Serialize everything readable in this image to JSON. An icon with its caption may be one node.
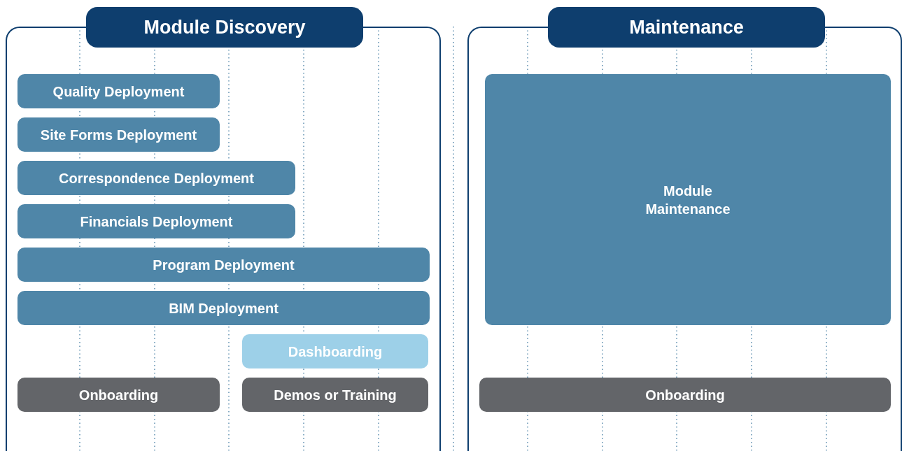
{
  "diagram": {
    "nodes": [
      {
        "text": [
          "Module Discovery"
        ]
      },
      {
        "text": [
          "Quality Deployment"
        ],
        "in": 0
      },
      {
        "text": [
          "Site Forms Deployment"
        ],
        "in": 0
      },
      {
        "text": [
          "Correspondence Deployment"
        ],
        "in": 0
      },
      {
        "text": [
          "Financials Deployment"
        ],
        "in": 0
      },
      {
        "text": [
          "Program Deployment"
        ],
        "in": 0
      },
      {
        "text": [
          "BIM Deployment"
        ],
        "in": 0
      },
      {
        "text": [
          "Dashboarding"
        ],
        "in": 0
      },
      {
        "text": [
          "Onboarding"
        ],
        "in": 0
      },
      {
        "text": [
          "Demos or Training"
        ],
        "in": 0
      },
      {
        "text": [
          "Maintenance"
        ]
      },
      {
        "text": [
          "Module Maintenance"
        ],
        "in": 10
      },
      {
        "text": [
          "Onboarding"
        ],
        "in": 10
      }
    ],
    "edges": []
  }
}
